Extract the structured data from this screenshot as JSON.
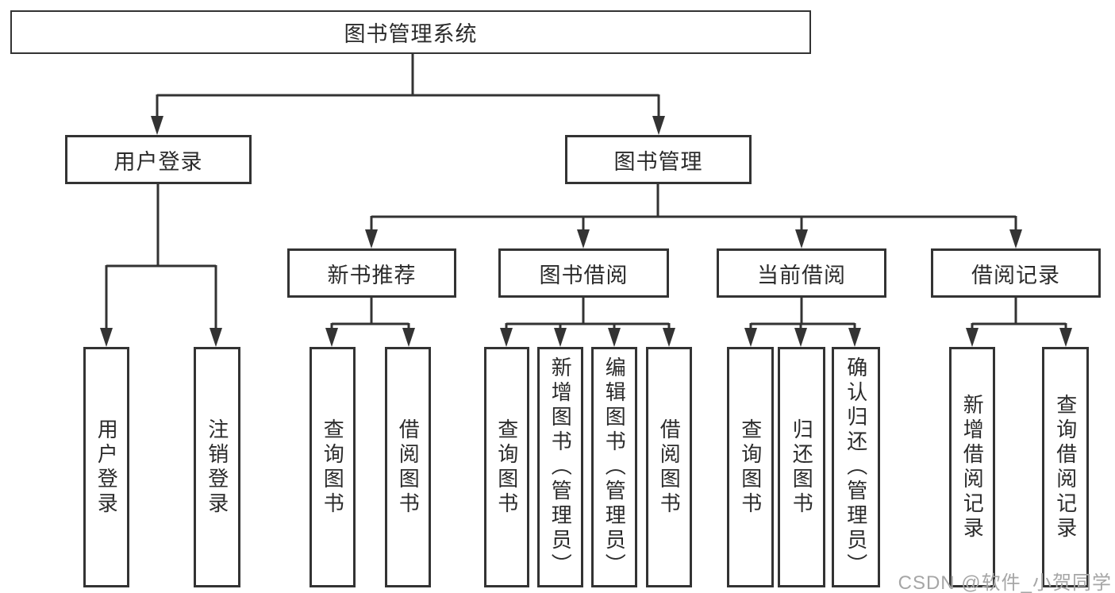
{
  "tree": {
    "root": {
      "label": "图书管理系统"
    },
    "children": [
      {
        "label": "用户登录",
        "children": [
          {
            "label": "用户登录"
          },
          {
            "label": "注销登录"
          }
        ]
      },
      {
        "label": "图书管理",
        "children": [
          {
            "label": "新书推荐",
            "children": [
              {
                "label": "查询图书"
              },
              {
                "label": "借阅图书"
              }
            ]
          },
          {
            "label": "图书借阅",
            "children": [
              {
                "label": "查询图书"
              },
              {
                "label": "新增图书（管理员）"
              },
              {
                "label": "编辑图书（管理员）"
              },
              {
                "label": "借阅图书"
              }
            ]
          },
          {
            "label": "当前借阅",
            "children": [
              {
                "label": "查询图书"
              },
              {
                "label": "归还图书"
              },
              {
                "label": "确认归还（管理员）"
              }
            ]
          },
          {
            "label": "借阅记录",
            "children": [
              {
                "label": "新增借阅记录"
              },
              {
                "label": "查询借阅记录"
              }
            ]
          }
        ]
      }
    ]
  },
  "watermark": {
    "text": "CSDN @软件_小贺同学"
  },
  "colors": {
    "line": "#333333",
    "node_text": "#2b2b2b",
    "watermark_text": "#a6a6a6",
    "background": "#ffffff"
  }
}
